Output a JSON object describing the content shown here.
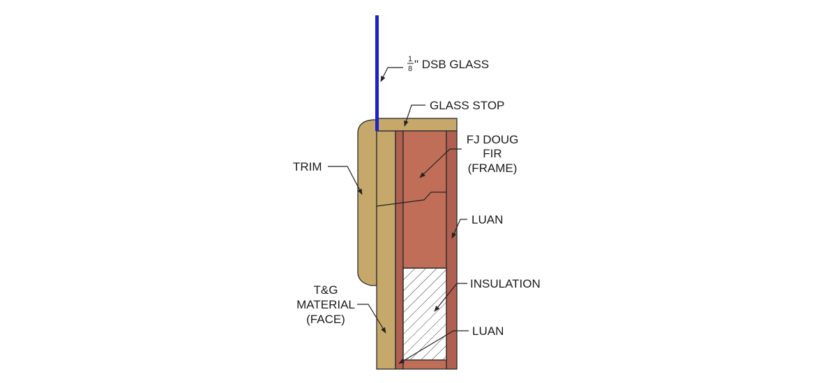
{
  "colors": {
    "trim": "#c5a86a",
    "face": "#c5a86a",
    "frame": "#c06e58",
    "luan": "#b06050",
    "insulation_bg": "#ffffff",
    "glass": "#1f22c8",
    "outline": "#2a2a2a"
  },
  "labels": {
    "glass_frac_num": "1",
    "glass_frac_den": "8",
    "glass_suffix": "\" DSB GLASS",
    "glass_stop": "GLASS STOP",
    "frame_line1": "FJ DOUG",
    "frame_line2": "FIR",
    "frame_line3": "(FRAME)",
    "trim": "TRIM",
    "luan_upper": "LUAN",
    "insulation": "INSULATION",
    "tg_line1": "T&G",
    "tg_line2": "MATERIAL",
    "tg_line3": "(FACE)",
    "luan_lower": "LUAN"
  }
}
